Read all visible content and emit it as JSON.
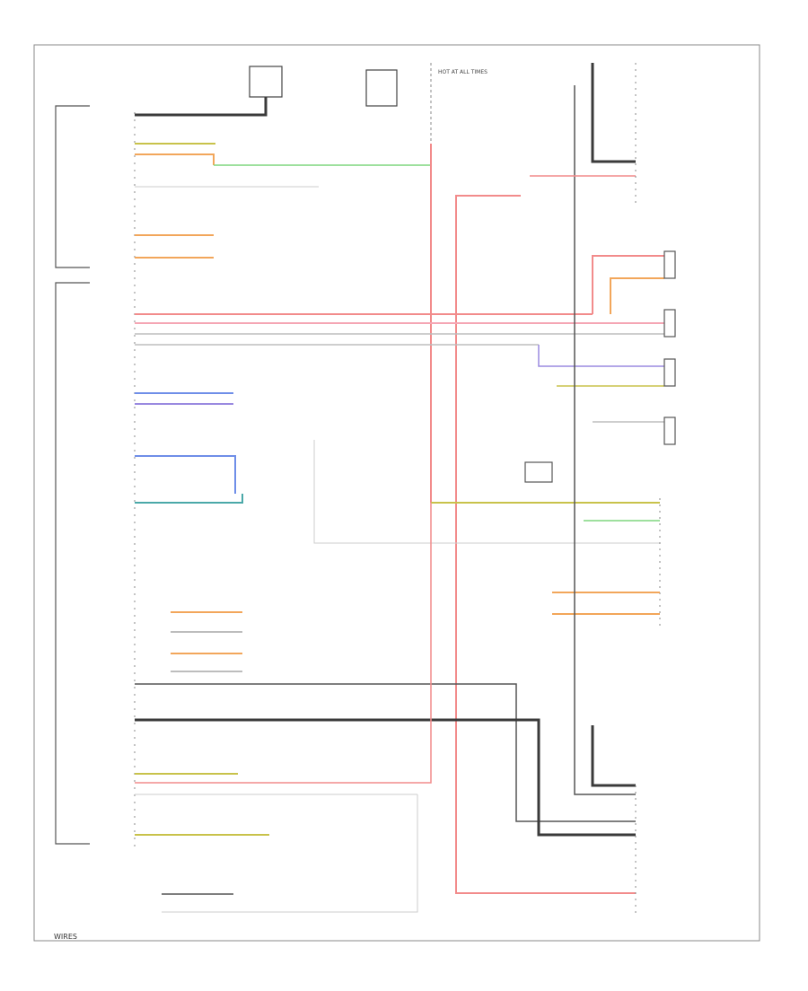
{
  "diagram": {
    "kind": "wiring-schematic",
    "caption_left": "WIRES",
    "legibility": "labels-too-small-to-read",
    "wire_colors": {
      "black": "#3a3a3a",
      "red": "#f28b8b",
      "pink": "#f5a6b4",
      "orange": "#f2a65a",
      "green": "#7fd67f",
      "blue": "#6f8ee8",
      "purple": "#9a8ae0",
      "olive": "#c8c24a",
      "teal": "#4aa8a8",
      "grey": "#bdbdbd"
    },
    "fuse_box_label": "HOT AT ALL TIMES"
  }
}
